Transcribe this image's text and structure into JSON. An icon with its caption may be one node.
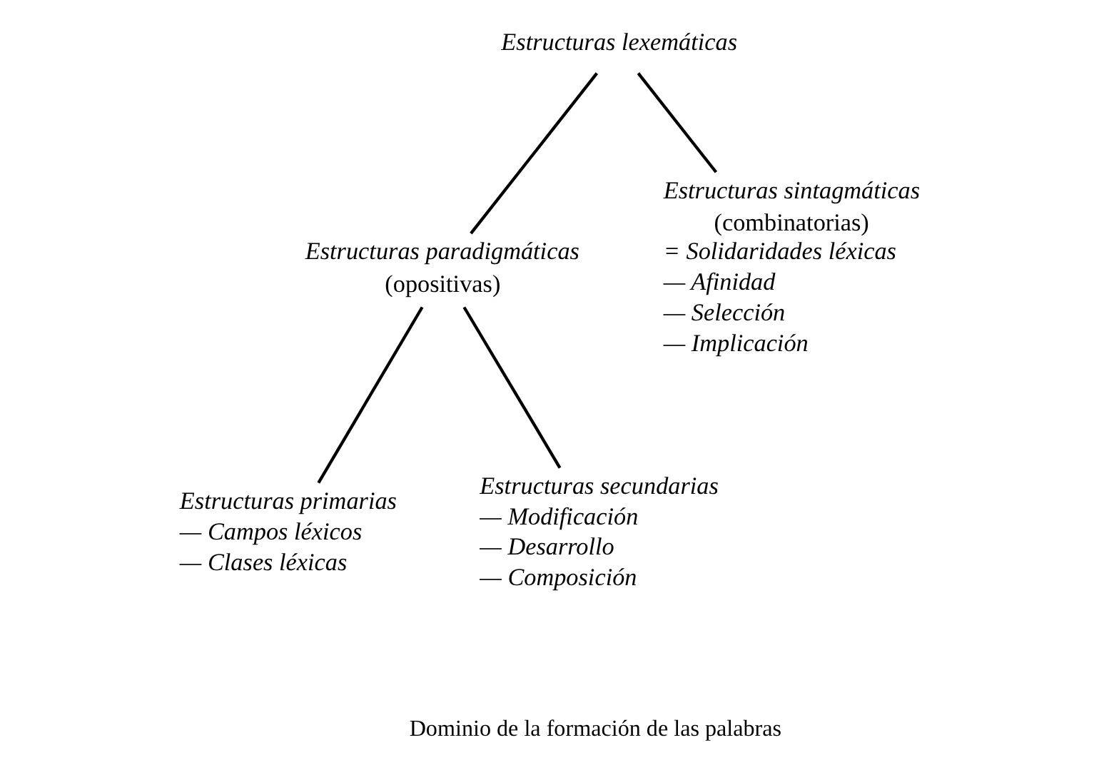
{
  "diagram": {
    "nodes": [
      {
        "text": [
          "Estructuras lexemáticas"
        ]
      },
      {
        "text": [
          "Estructuras paradigmáticas",
          "(opositivas)"
        ]
      },
      {
        "text": [
          "Estructuras sintagmáticas",
          "(combinatorias)",
          "= Solidaridades léxicas",
          "— Afinidad",
          "— Selección",
          "— Implicación"
        ]
      },
      {
        "text": [
          "Estructuras primarias",
          "— Campos léxicos",
          "— Clases léxicas"
        ]
      },
      {
        "text": [
          "Estructuras secundarias",
          "— Modificación",
          "— Desarrollo",
          "— Composición"
        ]
      }
    ],
    "edges": [
      {
        "from": 0,
        "to": 1,
        "arrow": "none"
      },
      {
        "from": 0,
        "to": 2,
        "arrow": "none"
      },
      {
        "from": 1,
        "to": 3,
        "arrow": "none"
      },
      {
        "from": 1,
        "to": 4,
        "arrow": "none"
      }
    ],
    "labels": [
      "Dominio de la formación de las palabras"
    ]
  }
}
